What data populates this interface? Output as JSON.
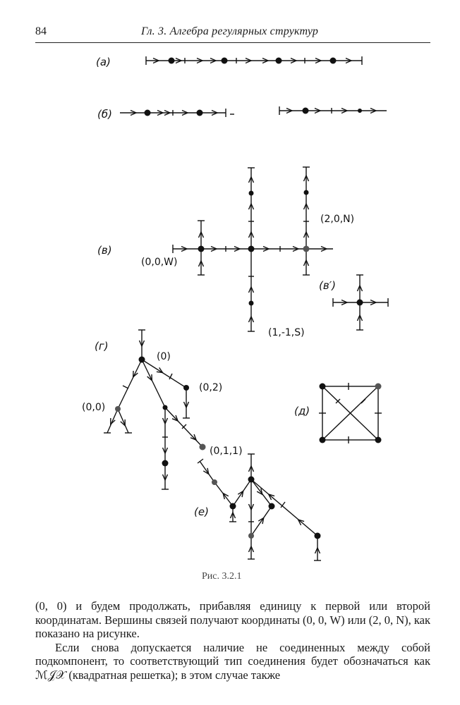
{
  "header": {
    "page_number": "84",
    "running_title": "Гл. 3. Алгебра регулярных структур"
  },
  "figure": {
    "panel_labels": {
      "a": "(a)",
      "b": "(б)",
      "v": "(в)",
      "v_prime": "(в′)",
      "g": "(г)",
      "d": "(д)",
      "e": "(е)"
    },
    "coord_labels": {
      "c00W": "(0,0,W)",
      "c20N": "(2,0,N)",
      "c11S": "(1,-1,S)",
      "c0": "(0)",
      "c02": "(0,2)",
      "c00": "(0,0)",
      "c011": "(0,1,1)"
    },
    "caption": "Рис. 3.2.1"
  },
  "body": {
    "paragraph1": "(0, 0) и будем продолжать, прибавляя единицу к первой или второй координатам. Вершины связей получают координаты (0, 0, W) или (2, 0, N), как показано на рисунке.",
    "paragraph2": "Если снова допускается наличие не соединенных между собой подкомпонент, то соответствующий тип соединения будет обозначаться как ℳ𝒥𝒳 (квадратная решетка); в этом случае также"
  }
}
